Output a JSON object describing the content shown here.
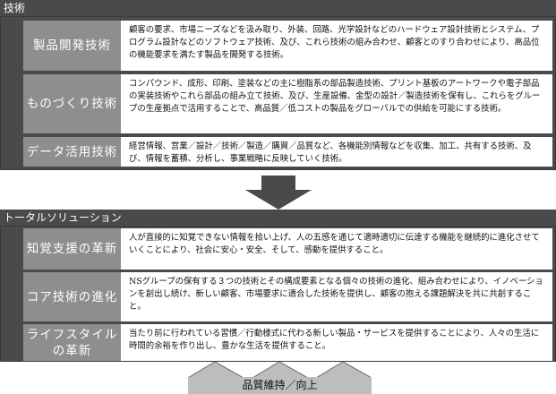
{
  "technology": {
    "title": "技術",
    "items": [
      {
        "label": "製品開発技術",
        "desc": "顧客の要求、市場ニーズなどを汲み取り、外装、回路、光学設計などのハードウェア設計技術とシステム、プログラム設計などのソフトウェア技術、及び、これら技術の組み合わせ、顧客とのすり合わせにより、高品位の機能要求を満たす製品を開発する技術。"
      },
      {
        "label": "ものづくり技術",
        "desc": "コンパウンド、成形、印刷、塗装などの主に樹脂系の部品製造技術、プリント基板のアートワークや電子部品の実装技術やこれら部品の組み立て技術、及び、生産設備、金型の設計／製造技術を保有し、これらをグループの生産拠点で活用することで、高品質／低コストの製品をグローバルでの供給を可能にする技術。"
      },
      {
        "label": "データ活用技術",
        "desc": "経営情報、営業／設計／技術／製造／購買／品質など、各機能別情報などを収集、加工、共有する技術、及び、情報を蓄積、分析し、事業戦略に反映していく技術。"
      }
    ]
  },
  "solution": {
    "title": "トータルソリューション",
    "items": [
      {
        "label": "知覚支援の革新",
        "desc": "人が直接的に知覚できない情報を拾い上げ、人の五感を通じて適時適切に伝達する機能を継続的に進化させていくことにより、社会に安心・安全、そして、感動を提供すること。"
      },
      {
        "label": "コア技術の進化",
        "desc": "NSグループの保有する３つの技術とその構成要素となる個々の技術の進化、組み合わせにより、イノベーションを創出し続け、新しい顧客、市場要求に適合した技術を提供し、顧客の抱える課題解決を共に共創すること。"
      },
      {
        "label": "ライフスタイルの革新",
        "desc": "当たり前に行われている習慣／行動様式に代わる新しい製品・サービスを提供することにより、人々の生活に時間的余裕を作り出し、豊かな生活を提供すること。"
      }
    ]
  },
  "footer": {
    "label": "品質維持／向上"
  },
  "colors": {
    "dark": "#4a4a4a",
    "label_bg": "#8e8e8e",
    "footer_bg": "#bdbdbd"
  }
}
